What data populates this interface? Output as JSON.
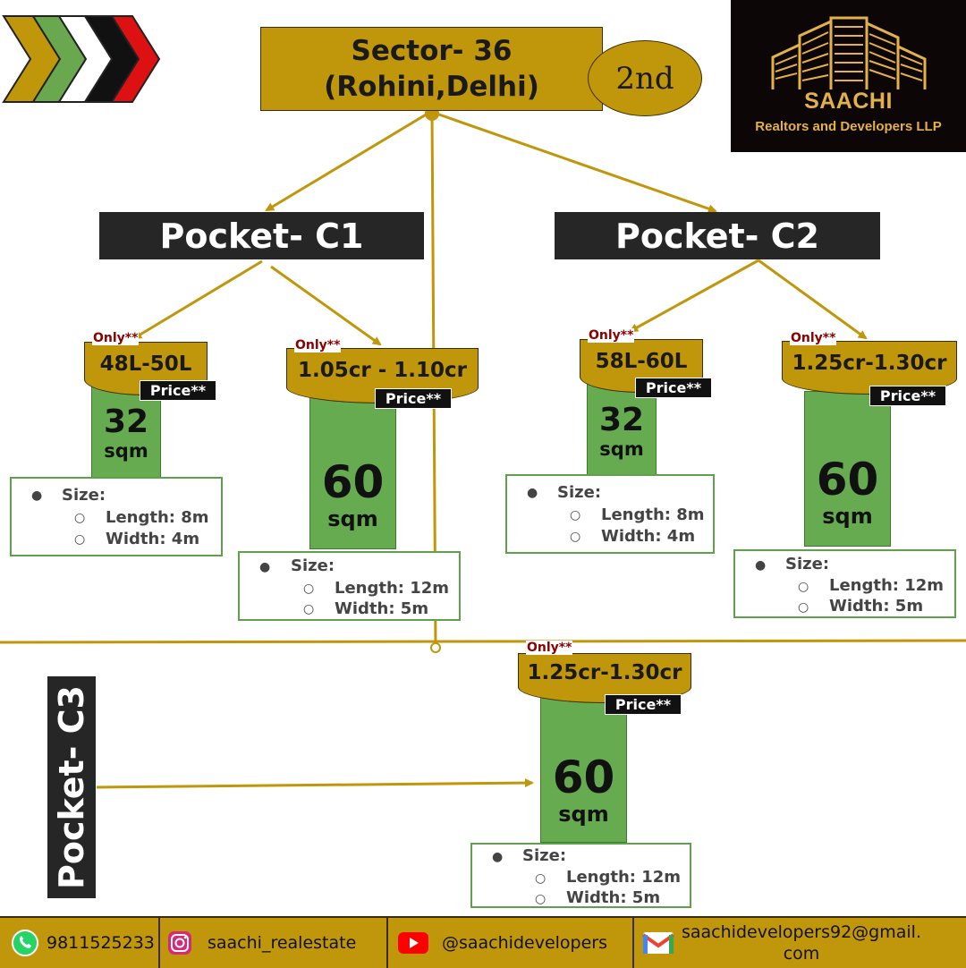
{
  "colors": {
    "gold": "#c0960a",
    "dark": "#262626",
    "green": "#66ab4f",
    "price_red": "#8b0000",
    "logo_gold": "#e2b14a"
  },
  "header": {
    "sector_line1": "Sector- 36",
    "sector_line2": "(Rohini,Delhi)",
    "badge": "2nd",
    "logo_icon": "building-skyline-icon"
  },
  "logo": {
    "name": "SAACHI",
    "subtitle": "Realtors and Developers LLP"
  },
  "pockets": {
    "c1": {
      "title": "Pocket- C1",
      "plots": [
        {
          "only": "Only**",
          "price": "48L-50L",
          "price_tag": "Price**",
          "area": "32",
          "unit": "sqm",
          "size_label": "Size:",
          "length": "Length: 8m",
          "width": "Width: 4m"
        },
        {
          "only": "Only**",
          "price": "1.05cr - 1.10cr",
          "price_tag": "Price**",
          "area": "60",
          "unit": "sqm",
          "size_label": "Size:",
          "length": "Length: 12m",
          "width": "Width: 5m"
        }
      ]
    },
    "c2": {
      "title": "Pocket- C2",
      "plots": [
        {
          "only": "Only**",
          "price": "58L-60L",
          "price_tag": "Price**",
          "area": "32",
          "unit": "sqm",
          "size_label": "Size:",
          "length": "Length: 8m",
          "width": "Width: 4m"
        },
        {
          "only": "Only**",
          "price": "1.25cr-1.30cr",
          "price_tag": "Price**",
          "area": "60",
          "unit": "sqm",
          "size_label": "Size:",
          "length": "Length: 12m",
          "width": "Width: 5m"
        }
      ]
    },
    "c3": {
      "title": "Pocket- C3",
      "plots": [
        {
          "only": "Only**",
          "price": "1.25cr-1.30cr",
          "price_tag": "Price**",
          "area": "60",
          "unit": "sqm",
          "size_label": "Size:",
          "length": "Length: 12m",
          "width": "Width: 5m"
        }
      ]
    }
  },
  "footer": {
    "phone": "9811525233",
    "phone_icon": "whatsapp-icon",
    "instagram": "saachi_realestate",
    "instagram_icon": "instagram-icon",
    "youtube": "@saachidevelopers",
    "youtube_icon": "youtube-icon",
    "email_line1": "saachidevelopers92@gmail.",
    "email_line2": "com",
    "email_icon": "gmail-icon"
  }
}
